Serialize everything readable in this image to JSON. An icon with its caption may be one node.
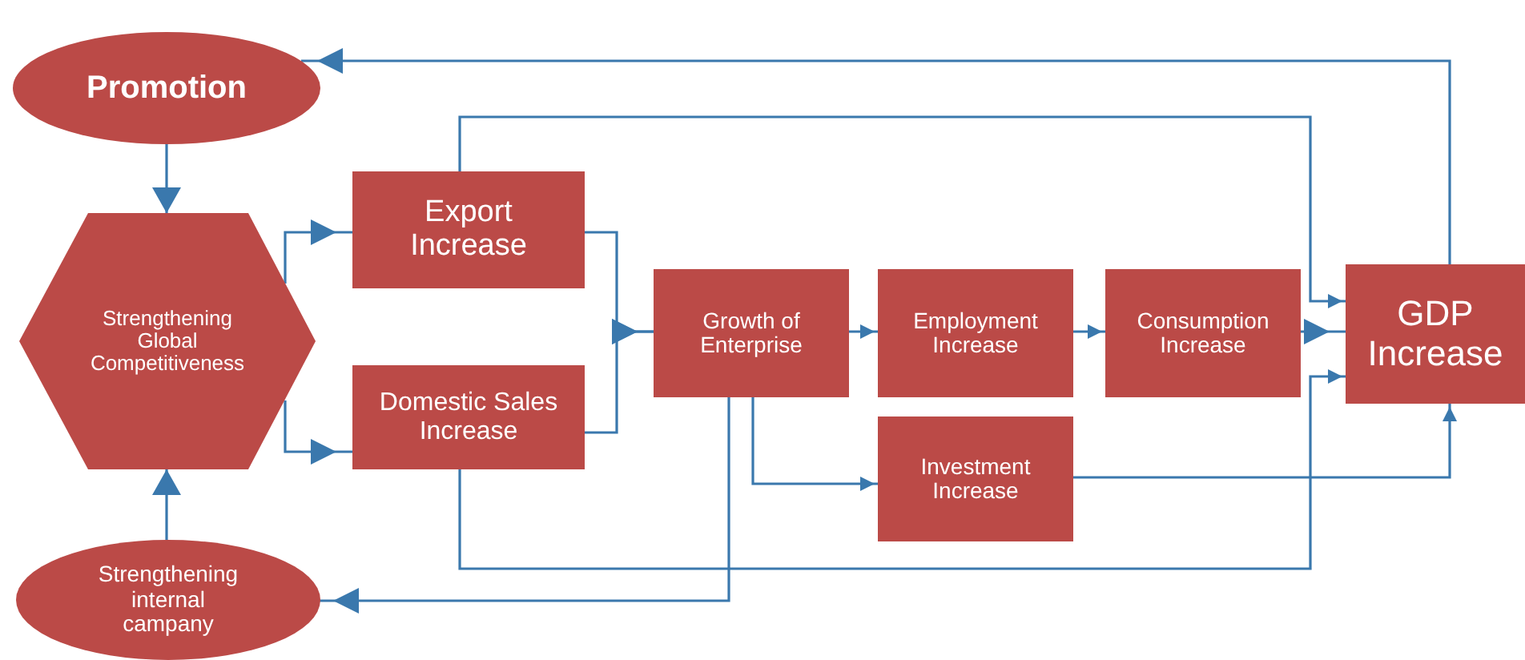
{
  "diagram": {
    "nodes": [
      {
        "text": [
          "Promotion"
        ]
      },
      {
        "text": [
          "Strengthening Global Competitiveness"
        ]
      },
      {
        "text": [
          "Strengthening internal campany"
        ]
      },
      {
        "text": [
          "Export Increase"
        ]
      },
      {
        "text": [
          "Domestic Sales Increase"
        ]
      },
      {
        "text": [
          "Growth of Enterprise"
        ]
      },
      {
        "text": [
          "Employment Increase"
        ]
      },
      {
        "text": [
          "Consumption Increase"
        ]
      },
      {
        "text": [
          "Investment Increase"
        ]
      },
      {
        "text": [
          "GDP Increase"
        ]
      }
    ],
    "edges": [
      {
        "from": 0,
        "to": 1,
        "arrow": "to"
      },
      {
        "from": 2,
        "to": 1,
        "arrow": "to"
      },
      {
        "from": 1,
        "to": 3,
        "arrow": "to"
      },
      {
        "from": 1,
        "to": 4,
        "arrow": "to"
      },
      {
        "from": 3,
        "to": 5,
        "arrow": "to"
      },
      {
        "from": 4,
        "to": 5,
        "arrow": "to"
      },
      {
        "from": 3,
        "to": 9,
        "arrow": "to"
      },
      {
        "from": 9,
        "to": 0,
        "arrow": "to"
      },
      {
        "from": 5,
        "to": 6,
        "arrow": "to"
      },
      {
        "from": 6,
        "to": 7,
        "arrow": "to"
      },
      {
        "from": 7,
        "to": 9,
        "arrow": "to"
      },
      {
        "from": 5,
        "to": 8,
        "arrow": "to"
      },
      {
        "from": 8,
        "to": 9,
        "arrow": "to"
      },
      {
        "from": 4,
        "to": 9,
        "arrow": "to"
      },
      {
        "from": 5,
        "to": 2,
        "arrow": "to"
      }
    ]
  }
}
